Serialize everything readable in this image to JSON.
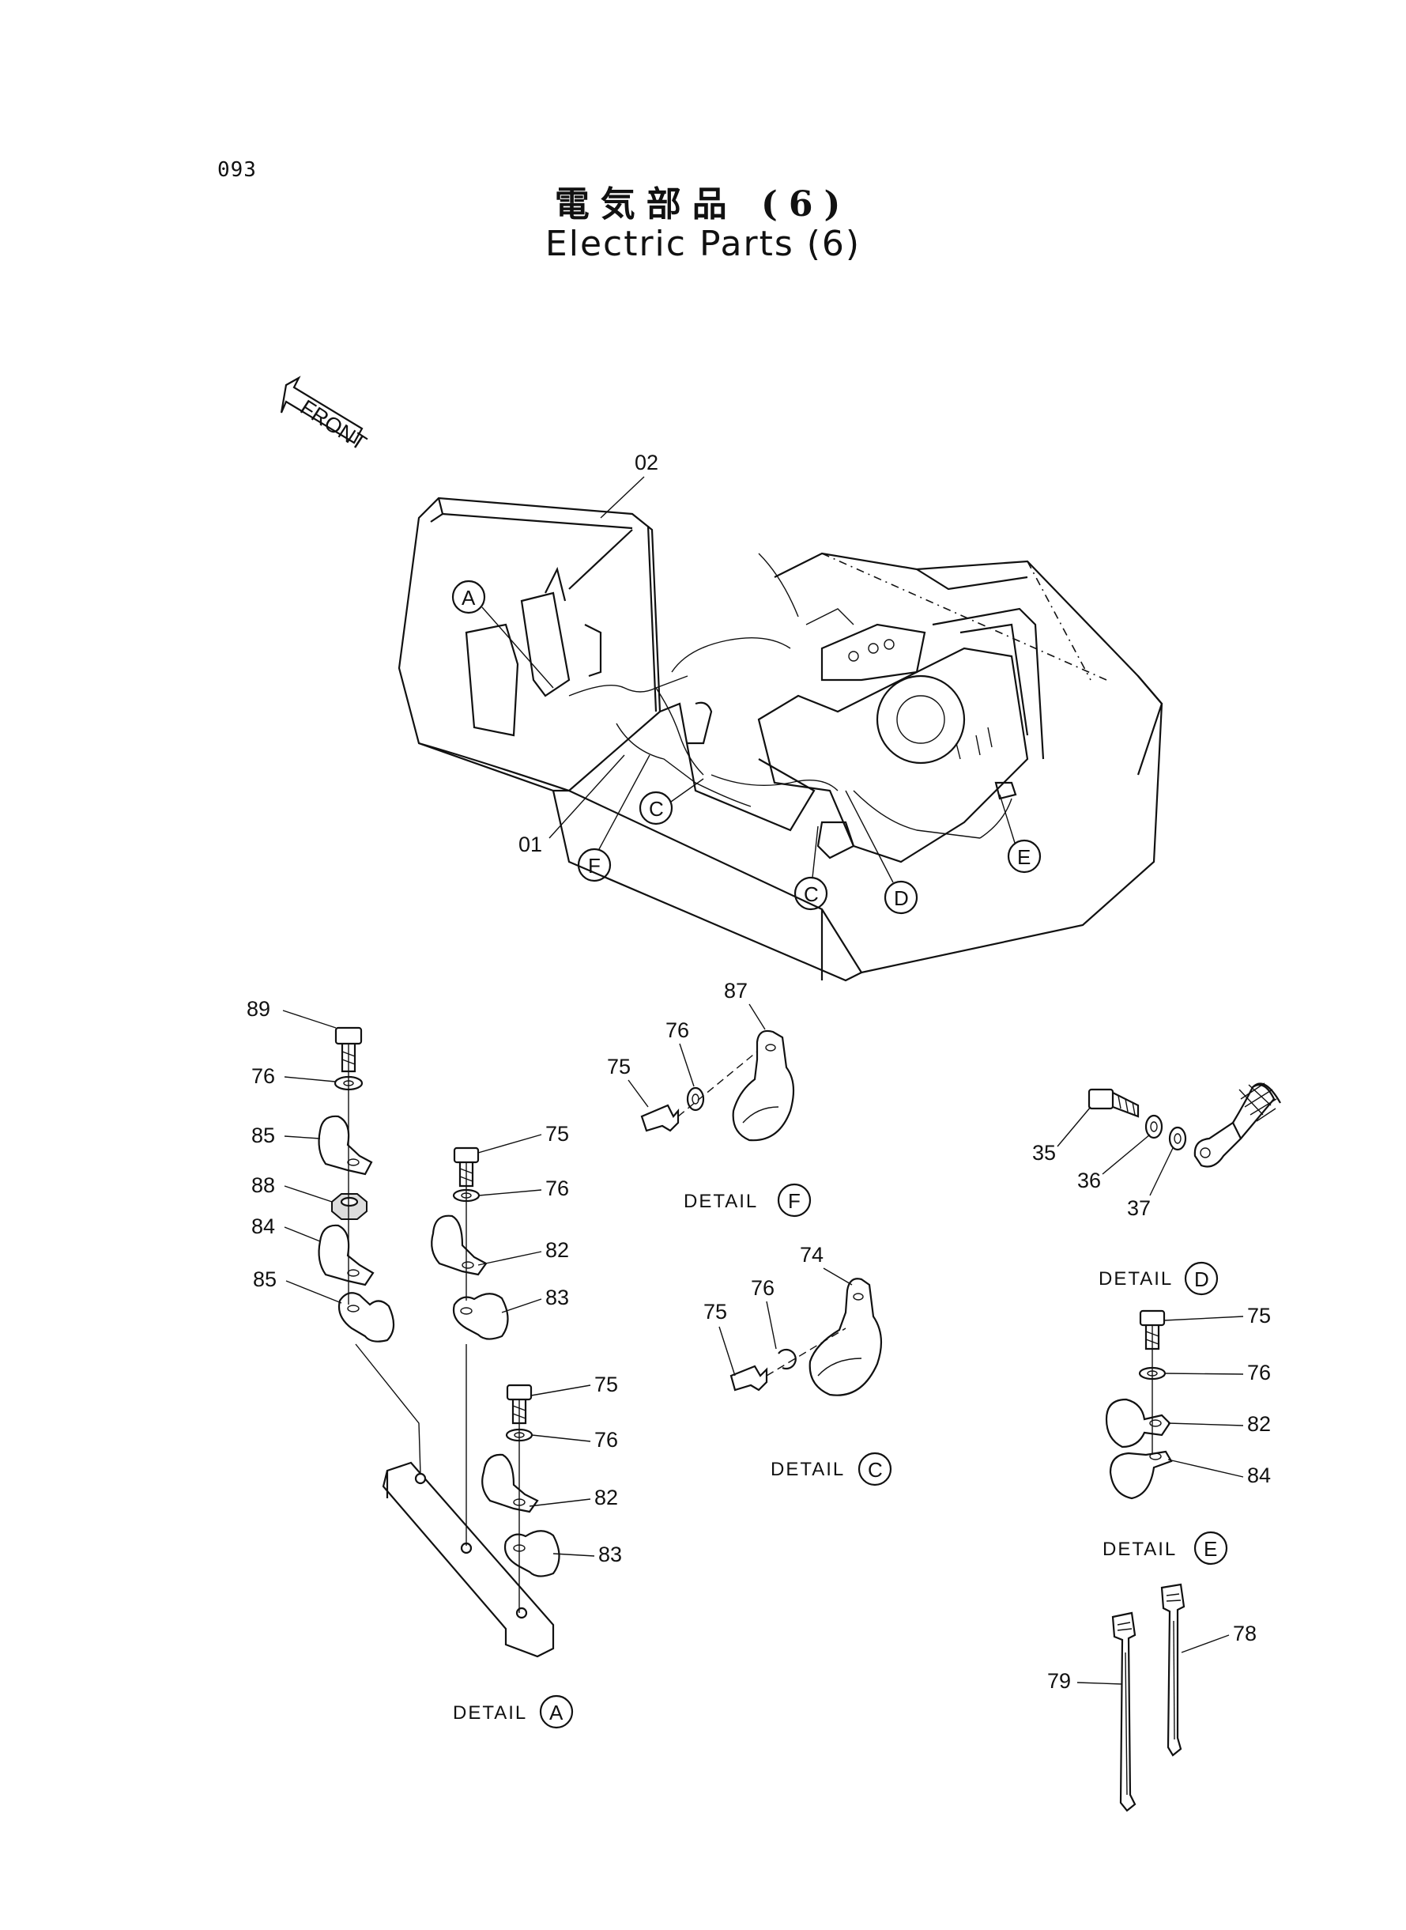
{
  "page_number": "093",
  "title_jp": "電気部品 (6)",
  "title_en": "Electric Parts (6)",
  "front_label": "FRONT",
  "main_callouts": {
    "p02": "02",
    "p01": "01",
    "A": "A",
    "C1": "C",
    "C2": "C",
    "D": "D",
    "E": "E",
    "F": "F"
  },
  "detail_prefix": "DETAIL",
  "detail_A": {
    "letter": "A",
    "labels": [
      "89",
      "76",
      "85",
      "88",
      "84",
      "85",
      "75",
      "76",
      "82",
      "83",
      "75",
      "76",
      "82",
      "83"
    ]
  },
  "detail_F": {
    "letter": "F",
    "labels": [
      "87",
      "76",
      "75"
    ]
  },
  "detail_C": {
    "letter": "C",
    "labels": [
      "74",
      "76",
      "75"
    ]
  },
  "detail_D": {
    "letter": "D",
    "labels": [
      "35",
      "36",
      "37"
    ]
  },
  "detail_E": {
    "letter": "E",
    "labels": [
      "75",
      "76",
      "82",
      "84"
    ]
  },
  "ties": {
    "labels": [
      "79",
      "78"
    ]
  }
}
